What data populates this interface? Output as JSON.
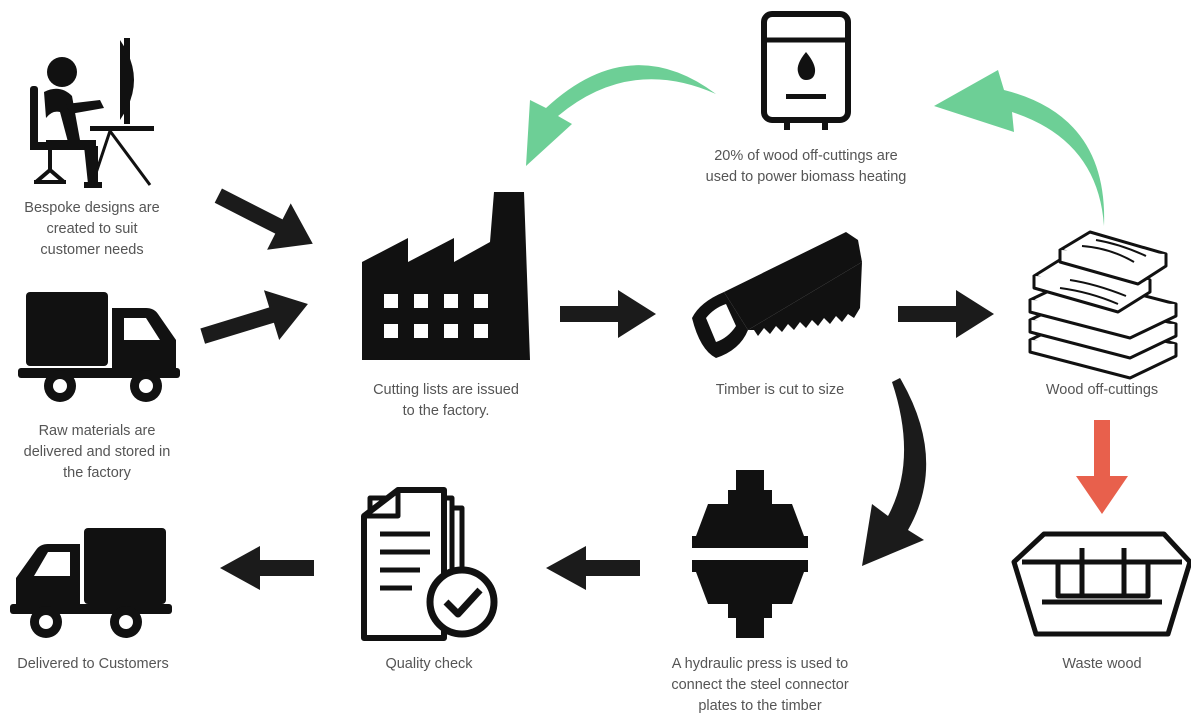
{
  "steps": {
    "designs": "Bespoke designs are\ncreated to suit\ncustomer needs",
    "raw_materials": "Raw materials are\ndelivered and stored in\nthe factory",
    "cutting_lists": "Cutting lists are issued\nto the factory.",
    "timber_cut": "Timber is cut to size",
    "offcuts": "Wood off-cuttings",
    "biomass": "20% of wood off-cuttings are\nused to power biomass heating",
    "waste": "Waste wood",
    "press": "A hydraulic press is used to\nconnect the steel connector\nplates to the timber",
    "quality": "Quality check",
    "delivered": "Delivered to Customers"
  },
  "icons": {
    "designs": "designer-at-desk-icon",
    "raw_materials": "truck-icon",
    "cutting_lists": "factory-icon",
    "timber_cut": "saw-icon",
    "offcuts": "wood-planks-icon",
    "biomass": "biomass-boiler-icon",
    "waste": "skip-bin-icon",
    "press": "hydraulic-press-icon",
    "quality": "checklist-document-icon",
    "delivered": "delivery-truck-icon"
  },
  "colors": {
    "icon": "#111111",
    "arrow": "#1b1b1b",
    "recycle_arrow": "#6dcf96",
    "waste_arrow": "#e8604c",
    "text": "#555555"
  }
}
